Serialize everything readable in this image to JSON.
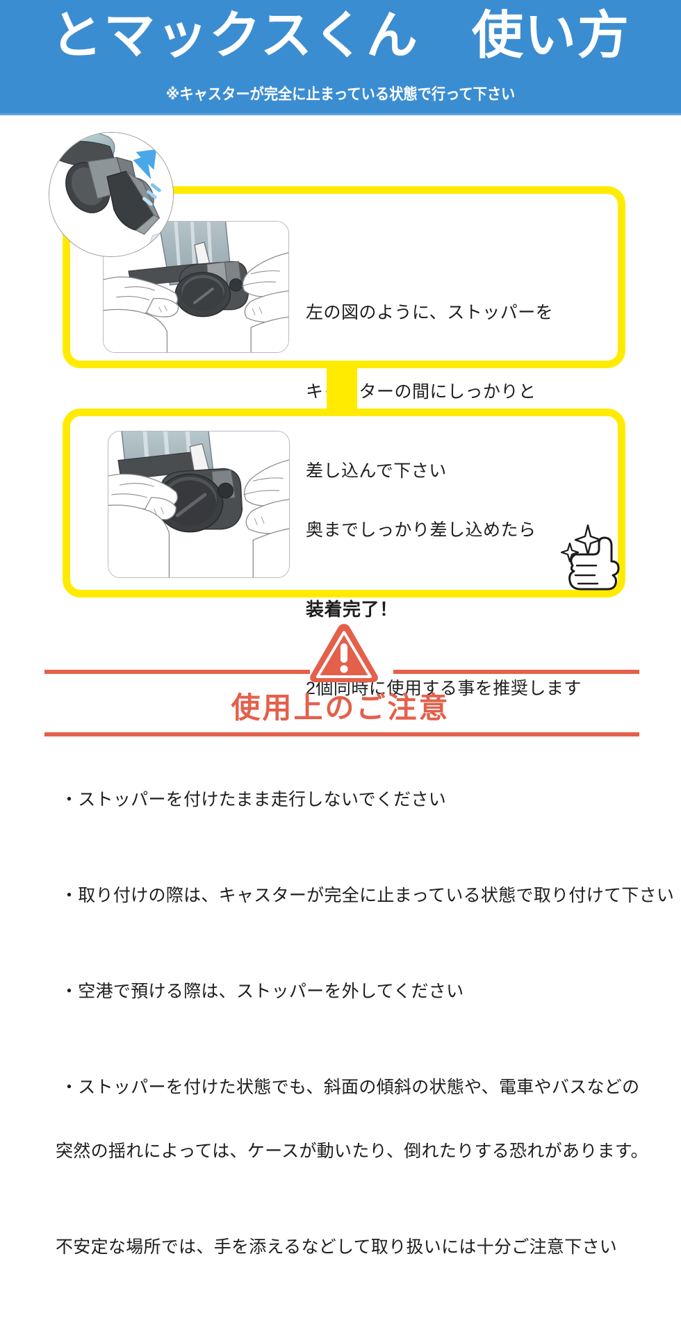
{
  "header": {
    "title": "とマックスくん　使い方",
    "subtitle": "※キャスターが完全に止まっている状態で行って下さい",
    "bg_color": "#3b8dd2",
    "text_color": "#ffffff"
  },
  "steps": [
    {
      "id": "step-1",
      "box_color": "#ffeb00",
      "photo_alt": "stopper-insert-illustration",
      "inset_alt": "caster-stopper-closeup",
      "lines": [
        "左の図のように、ストッパーを",
        "キャスターの間にしっかりと",
        "差し込んで下さい"
      ]
    },
    {
      "id": "step-2",
      "box_color": "#ffeb00",
      "photo_alt": "stopper-installed-illustration",
      "lines": [
        "奥までしっかり差し込めたら",
        "装着完了！",
        "2個同時に使用する事を推奨します"
      ],
      "emphasis_line_index": 1,
      "thumbs_up_alt": "thumbs-up-icon"
    }
  ],
  "caution": {
    "title": "使用上のご注意",
    "accent_color": "#e4604b",
    "icon": "warning-triangle-icon",
    "items": [
      {
        "lines": [
          "・ストッパーを付けたまま走行しないでください"
        ]
      },
      {
        "lines": [
          "・取り付けの際は、キャスターが完全に止まっている状態で取り付けて下さい"
        ]
      },
      {
        "lines": [
          "・空港で預ける際は、ストッパーを外してください"
        ]
      },
      {
        "lines": [
          "・ストッパーを付けた状態でも、斜面の傾斜の状態や、電車やバスなどの",
          "突然の揺れによっては、ケースが動いたり、倒れたりする恐れがあります。",
          "不安定な場所では、手を添えるなどして取り扱いには十分ご注意下さい"
        ]
      }
    ]
  }
}
